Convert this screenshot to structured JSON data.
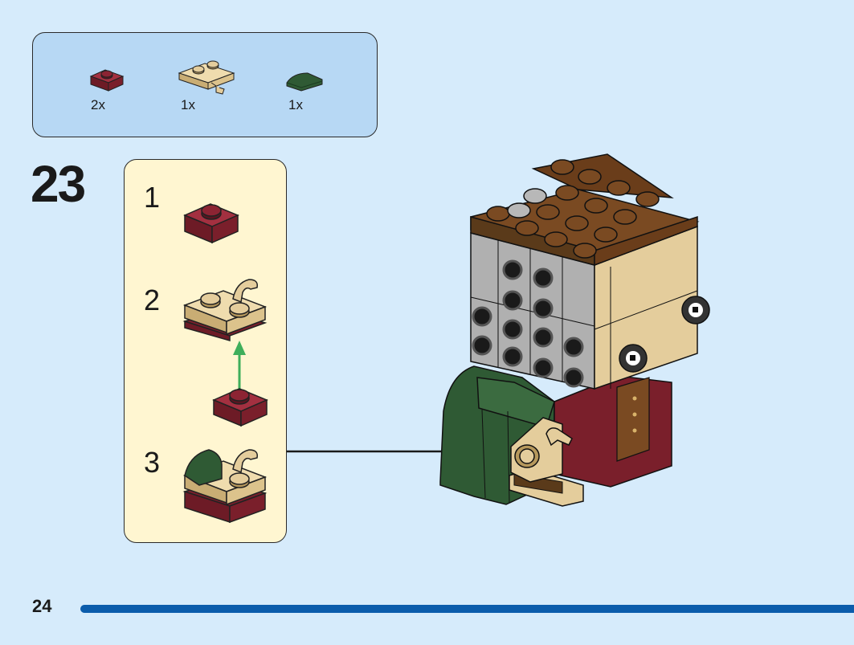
{
  "parts": [
    {
      "name": "dark-red-plate-1x1",
      "qty": "2x",
      "color": "#7a1f2b"
    },
    {
      "name": "tan-plate-with-clip",
      "qty": "1x",
      "color": "#e4cd9c"
    },
    {
      "name": "dark-green-tile-curved",
      "qty": "1x",
      "color": "#2f5a34"
    }
  ],
  "step": {
    "number": "23"
  },
  "substeps": [
    {
      "label": "1"
    },
    {
      "label": "2"
    },
    {
      "label": "3"
    }
  ],
  "page": {
    "number": "24"
  },
  "colors": {
    "background": "#d6ebfb",
    "parts_box": "#b7d8f4",
    "substep_panel": "#fff6d1",
    "page_bar": "#0b5cab",
    "arrow_green": "#3fae5a"
  }
}
